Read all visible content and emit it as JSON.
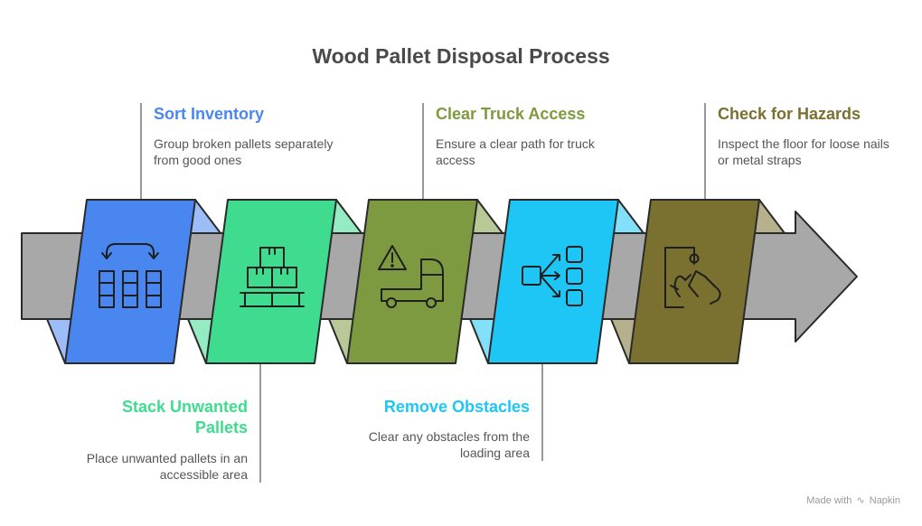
{
  "title": "Wood Pallet Disposal Process",
  "steps": [
    {
      "title": "Sort Inventory",
      "description": "Group broken pallets separately from good ones",
      "position": "top",
      "color": "#4a86f0",
      "icon": "sort-grid-icon"
    },
    {
      "title": "Stack Unwanted Pallets",
      "description": "Place unwanted pallets in an accessible area",
      "position": "bottom",
      "color": "#3fdc8f",
      "icon": "boxes-on-pallet-icon"
    },
    {
      "title": "Clear Truck Access",
      "description": "Ensure a clear path for truck access",
      "position": "top",
      "color": "#7e9a40",
      "icon": "truck-warning-icon"
    },
    {
      "title": "Remove Obstacles",
      "description": "Clear any obstacles from the loading area",
      "position": "bottom",
      "color": "#1ec6f5",
      "icon": "distribute-icon"
    },
    {
      "title": "Check for Hazards",
      "description": "Inspect the floor for loose nails or metal straps",
      "position": "top",
      "color": "#7a7030",
      "icon": "slip-hazard-icon"
    }
  ],
  "credit": {
    "prefix": "Made with",
    "brand": "Napkin",
    "icon": "napkin-logo-icon"
  },
  "colors": {
    "arrow": "#a8a8a8",
    "outline": "#2a2a2a",
    "title": "#4a4a4a"
  }
}
